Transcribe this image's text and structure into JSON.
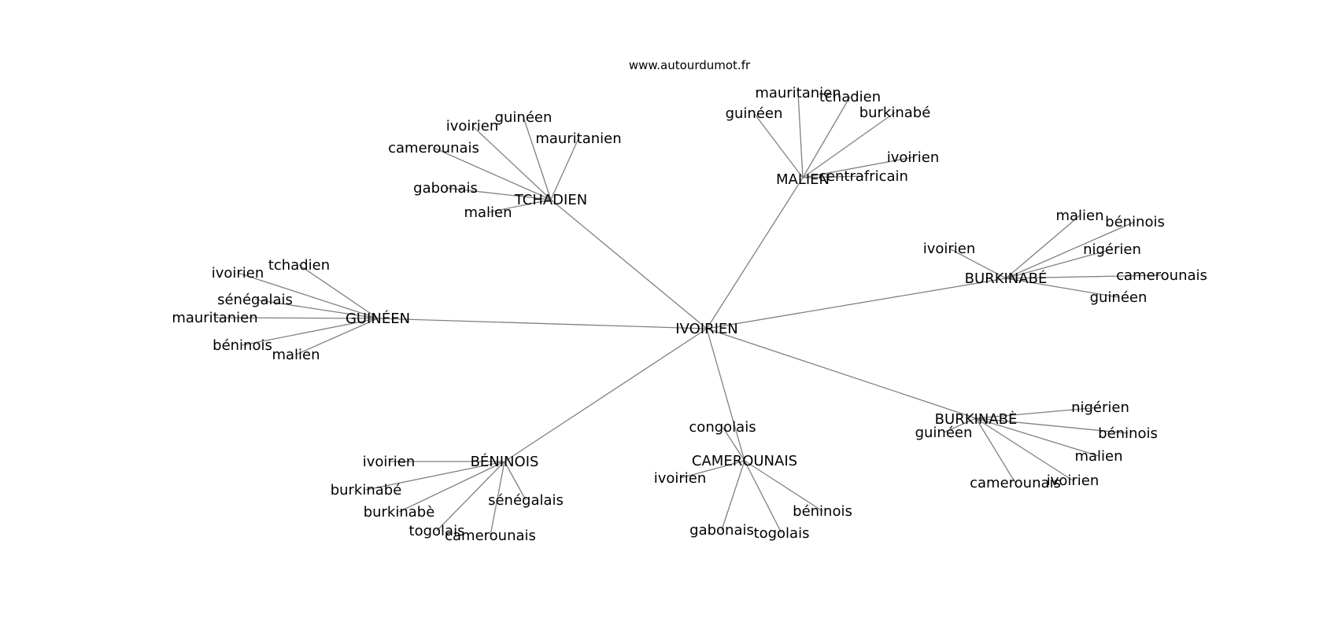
{
  "site": "www.autourdumot.fr",
  "center": "IVOIRIEN",
  "clusters": [
    {
      "hub": "TCHADIEN",
      "words": [
        "guinéen",
        "ivoirien",
        "mauritanien",
        "camerounais",
        "gabonais",
        "malien"
      ]
    },
    {
      "hub": "MALIEN",
      "words": [
        "mauritanien",
        "tchadien",
        "guinéen",
        "burkinabé",
        "ivoirien",
        "centrafricain"
      ]
    },
    {
      "hub": "BURKINABÉ",
      "words": [
        "malien",
        "béninois",
        "ivoirien",
        "nigérien",
        "camerounais",
        "guinéen"
      ]
    },
    {
      "hub": "GUINÉEN",
      "words": [
        "tchadien",
        "ivoirien",
        "sénégalais",
        "mauritanien",
        "béninois",
        "malien"
      ]
    },
    {
      "hub": "BURKINABÈ",
      "words": [
        "nigérien",
        "guinéen",
        "béninois",
        "malien",
        "camerounais",
        "ivoirien"
      ]
    },
    {
      "hub": "BÉNINOIS",
      "words": [
        "ivoirien",
        "burkinabé",
        "sénégalais",
        "burkinabè",
        "togolais",
        "camerounais"
      ]
    },
    {
      "hub": "CAMEROUNAIS",
      "words": [
        "congolais",
        "ivoirien",
        "béninois",
        "gabonais",
        "togolais"
      ]
    }
  ]
}
